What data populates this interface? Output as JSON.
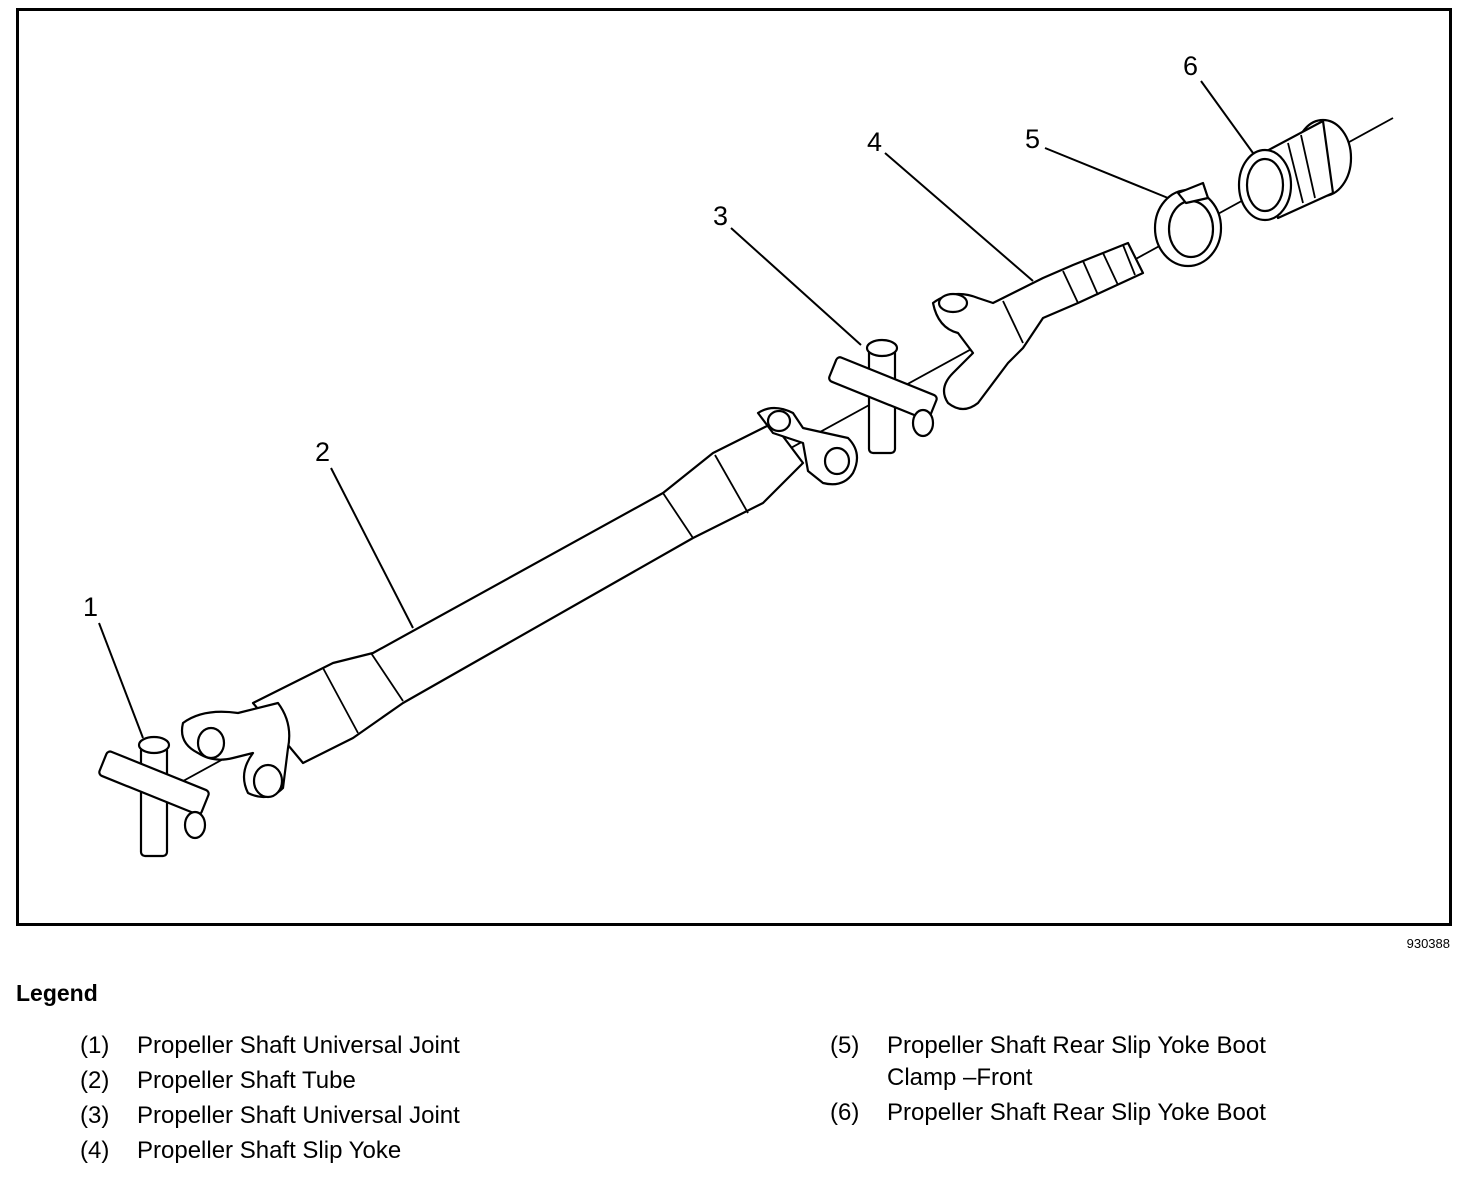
{
  "figure": {
    "id": "930388",
    "callouts": [
      "1",
      "2",
      "3",
      "4",
      "5",
      "6"
    ]
  },
  "legend": {
    "title": "Legend",
    "items": [
      {
        "num": "(1)",
        "text": "Propeller Shaft Universal Joint"
      },
      {
        "num": "(2)",
        "text": "Propeller Shaft Tube"
      },
      {
        "num": "(3)",
        "text": "Propeller Shaft Universal Joint"
      },
      {
        "num": "(4)",
        "text": "Propeller Shaft Slip Yoke"
      },
      {
        "num": "(5)",
        "text": "Propeller Shaft Rear Slip Yoke Boot\nClamp –Front"
      },
      {
        "num": "(6)",
        "text": "Propeller Shaft Rear Slip Yoke Boot"
      }
    ]
  }
}
